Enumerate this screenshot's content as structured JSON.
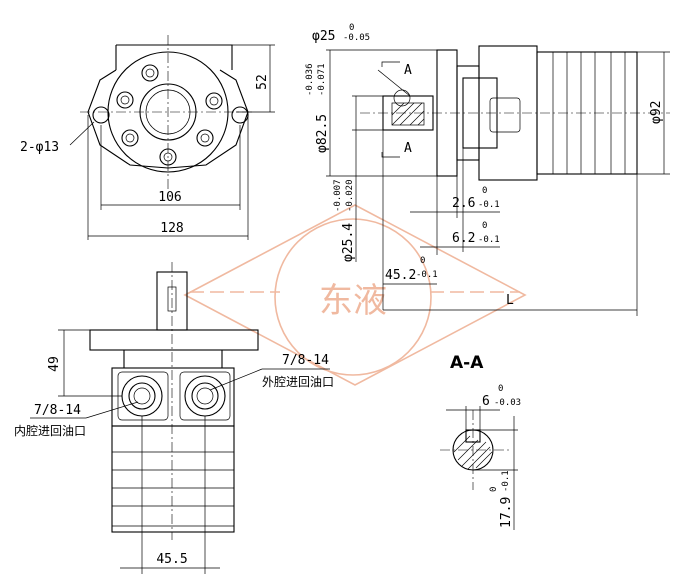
{
  "watermark": {
    "text": "东液",
    "color": "#f0b9a0"
  },
  "front_view": {
    "dim_width_inner": "106",
    "dim_width_outer": "128",
    "dim_height": "52",
    "holes_label": "2-φ13"
  },
  "bottom_view": {
    "dim_flange": "49",
    "dim_port_spacing": "45.5",
    "port_outer": {
      "thread": "7/8-14",
      "label": "外腔进回油口"
    },
    "port_inner": {
      "thread": "7/8-14",
      "label": "内腔进回油口"
    }
  },
  "side_view": {
    "d25": {
      "base": "φ25",
      "upper": "0",
      "lower": "-0.05"
    },
    "d82": {
      "base": "φ82.5",
      "upper": "-0.036",
      "lower": "-0.071"
    },
    "d25_4": {
      "base": "φ25.4",
      "upper": "-0.007",
      "lower": "-0.020"
    },
    "d92": "φ92",
    "len_2_6": {
      "base": "2.6",
      "upper": "0",
      "lower": "-0.1"
    },
    "len_6_2": {
      "base": "6.2",
      "upper": "0",
      "lower": "-0.1"
    },
    "len_45_2": {
      "base": "45.2",
      "upper": "0",
      "lower": "-0.1"
    },
    "len_L": "L",
    "section_mark_top": "A",
    "section_mark_bottom": "A"
  },
  "section_view": {
    "title": "A-A",
    "key_width": {
      "base": "6",
      "upper": "0",
      "lower": "-0.03"
    },
    "key_depth": {
      "base": "17.9",
      "upper": "0",
      "lower": "-0.1"
    }
  }
}
